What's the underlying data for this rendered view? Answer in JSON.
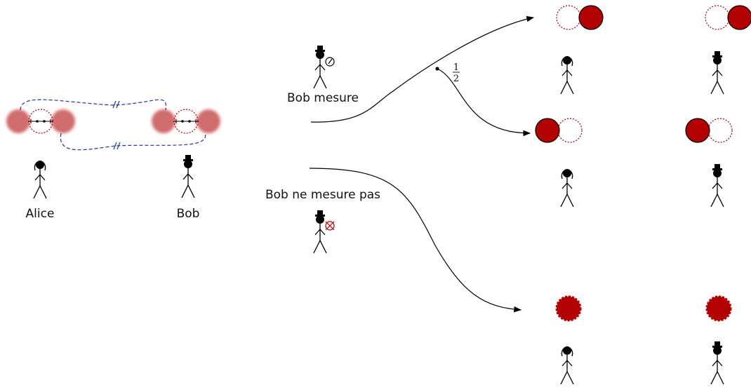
{
  "labels": {
    "alice": "Alice",
    "bob": "Bob",
    "bob_measures": "Bob mesure",
    "bob_no_measure": "Bob ne mesure pas",
    "half_num": "1",
    "half_den": "2"
  },
  "colors": {
    "particle": "#b30000",
    "cloud": "#d06c6c",
    "link": "#2233aa",
    "ink": "#000000"
  },
  "icons": {
    "alice": "alice-figure-icon",
    "bob": "bob-figure-icon",
    "meter": "measuring-device-icon",
    "crossed_meter": "crossed-out-measuring-device-icon"
  }
}
